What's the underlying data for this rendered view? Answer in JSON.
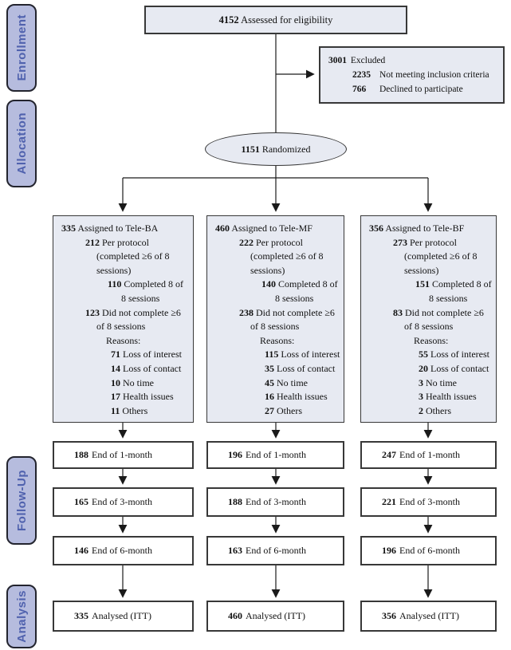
{
  "colors": {
    "box_fill": "#e7eaf2",
    "label_fill": "#b6bcde",
    "label_text": "#5062ae",
    "line": "#1a1a1a"
  },
  "side_labels": {
    "enrollment": "Enrollment",
    "allocation": "Allocation",
    "followup": "Follow-Up",
    "analysis": "Analysis"
  },
  "enrollment": {
    "assessed_n": "4152",
    "assessed_text": "Assessed for eligibility",
    "excluded_n": "3001",
    "excluded_text": "Excluded",
    "excluded_reasons": [
      {
        "n": "2235",
        "text": "Not meeting inclusion criteria"
      },
      {
        "n": "766",
        "text": "Declined to participate"
      }
    ]
  },
  "allocation": {
    "randomized_n": "1151",
    "randomized_text": "Randomized"
  },
  "arms": [
    {
      "name": "Tele-BA",
      "allocation_lines": [
        {
          "n": "335",
          "text": "Assigned to Tele-BA",
          "ind": 0
        },
        {
          "n": "212",
          "text": "Per protocol",
          "ind": 1
        },
        {
          "n": "",
          "text": "(completed ≥6 of 8",
          "ind": 2
        },
        {
          "n": "",
          "text": "sessions)",
          "ind": 2
        },
        {
          "n": "110",
          "text": "Completed 8 of",
          "ind": 3
        },
        {
          "n": "",
          "text": "8 sessions",
          "ind": 4
        },
        {
          "n": "123",
          "text": "Did not complete ≥6",
          "ind": 1
        },
        {
          "n": "",
          "text": "of 8 sessions",
          "ind": 2
        },
        {
          "n": "",
          "text": "Reasons:",
          "ind": 5
        },
        {
          "n": "71",
          "text": "Loss of interest",
          "ind": 6
        },
        {
          "n": "14",
          "text": "Loss of contact",
          "ind": 6
        },
        {
          "n": "10",
          "text": "No time",
          "ind": 6
        },
        {
          "n": "17",
          "text": "Health issues",
          "ind": 6
        },
        {
          "n": "11",
          "text": "Others",
          "ind": 6
        }
      ],
      "followup": [
        {
          "n": "188",
          "text": "End of 1-month"
        },
        {
          "n": "165",
          "text": "End of 3-month"
        },
        {
          "n": "146",
          "text": "End of 6-month"
        }
      ],
      "analysis": {
        "n": "335",
        "text": "Analysed (ITT)"
      }
    },
    {
      "name": "Tele-MF",
      "allocation_lines": [
        {
          "n": "460",
          "text": "Assigned to Tele-MF",
          "ind": 0
        },
        {
          "n": "222",
          "text": "Per protocol",
          "ind": 1
        },
        {
          "n": "",
          "text": "(completed ≥6 of 8",
          "ind": 2
        },
        {
          "n": "",
          "text": "sessions)",
          "ind": 2
        },
        {
          "n": "140",
          "text": "Completed 8 of",
          "ind": 3
        },
        {
          "n": "",
          "text": "8 sessions",
          "ind": 4
        },
        {
          "n": "238",
          "text": "Did not complete ≥6",
          "ind": 1
        },
        {
          "n": "",
          "text": "of 8 sessions",
          "ind": 2
        },
        {
          "n": "",
          "text": "Reasons:",
          "ind": 5
        },
        {
          "n": "115",
          "text": "Loss of interest",
          "ind": 6
        },
        {
          "n": "35",
          "text": "Loss of contact",
          "ind": 6
        },
        {
          "n": "45",
          "text": "No time",
          "ind": 6
        },
        {
          "n": "16",
          "text": "Health issues",
          "ind": 6
        },
        {
          "n": "27",
          "text": "Others",
          "ind": 6
        }
      ],
      "followup": [
        {
          "n": "196",
          "text": "End of 1-month"
        },
        {
          "n": "188",
          "text": "End of 3-month"
        },
        {
          "n": "163",
          "text": "End of 6-month"
        }
      ],
      "analysis": {
        "n": "460",
        "text": "Analysed (ITT)"
      }
    },
    {
      "name": "Tele-BF",
      "allocation_lines": [
        {
          "n": "356",
          "text": "Assigned to Tele-BF",
          "ind": 0
        },
        {
          "n": "273",
          "text": "Per protocol",
          "ind": 1
        },
        {
          "n": "",
          "text": "(completed ≥6 of 8",
          "ind": 2
        },
        {
          "n": "",
          "text": "sessions)",
          "ind": 2
        },
        {
          "n": "151",
          "text": "Completed 8 of",
          "ind": 3
        },
        {
          "n": "",
          "text": "8 sessions",
          "ind": 4
        },
        {
          "n": "83",
          "text": "Did not complete ≥6",
          "ind": 1
        },
        {
          "n": "",
          "text": "of 8 sessions",
          "ind": 2
        },
        {
          "n": "",
          "text": "Reasons:",
          "ind": 5
        },
        {
          "n": "55",
          "text": "Loss of interest",
          "ind": 6
        },
        {
          "n": "20",
          "text": "Loss of contact",
          "ind": 6
        },
        {
          "n": "3",
          "text": "No time",
          "ind": 6
        },
        {
          "n": "3",
          "text": "Health issues",
          "ind": 6
        },
        {
          "n": "2",
          "text": "Others",
          "ind": 6
        }
      ],
      "followup": [
        {
          "n": "247",
          "text": "End of 1-month"
        },
        {
          "n": "221",
          "text": "End of 3-month"
        },
        {
          "n": "196",
          "text": "End of 6-month"
        }
      ],
      "analysis": {
        "n": "356",
        "text": "Analysed (ITT)"
      }
    }
  ]
}
